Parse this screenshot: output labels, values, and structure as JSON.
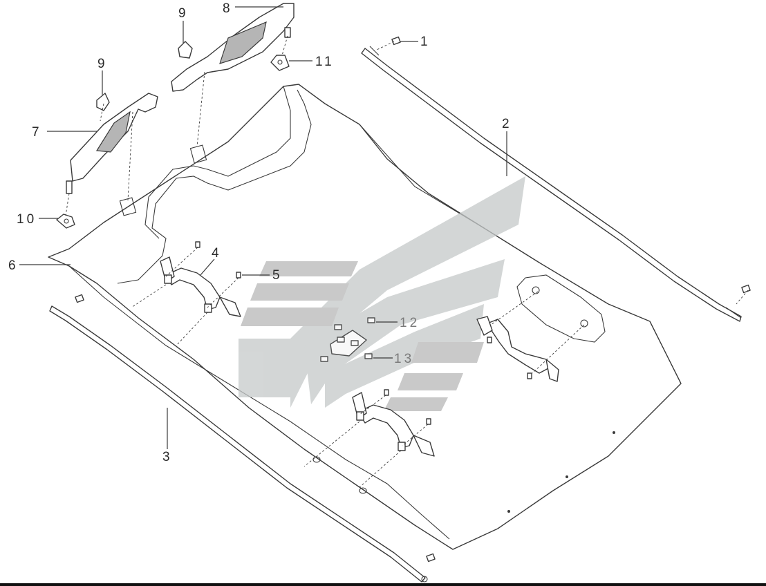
{
  "diagram": {
    "callouts": [
      {
        "id": "c1",
        "label": "1"
      },
      {
        "id": "c2",
        "label": "2"
      },
      {
        "id": "c3",
        "label": "3"
      },
      {
        "id": "c4",
        "label": "4"
      },
      {
        "id": "c5",
        "label": "5"
      },
      {
        "id": "c6",
        "label": "6"
      },
      {
        "id": "c7",
        "label": "7"
      },
      {
        "id": "c8",
        "label": "8"
      },
      {
        "id": "c9a",
        "label": "9"
      },
      {
        "id": "c9b",
        "label": "9"
      },
      {
        "id": "c10",
        "label": "10"
      },
      {
        "id": "c11",
        "label": "11"
      },
      {
        "id": "c12",
        "label": "12"
      },
      {
        "id": "c13",
        "label": "13"
      }
    ],
    "colors": {
      "line": "#3a3a3a",
      "watermark": "#c5c9c9",
      "watermark_bars": "#b8b8b8",
      "part_fill": "#ffffff"
    }
  }
}
